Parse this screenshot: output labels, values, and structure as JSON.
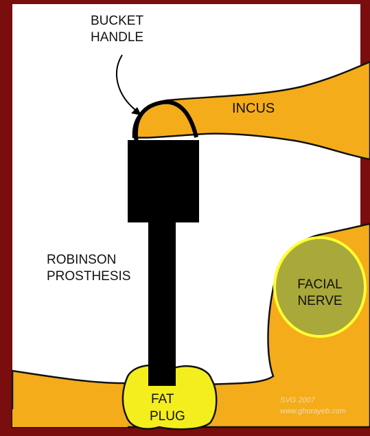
{
  "labels": {
    "bucket_handle_line1": "BUCKET",
    "bucket_handle_line2": "HANDLE",
    "incus": "INCUS",
    "robinson_line1": "ROBINSON",
    "robinson_line2": "PROSTHESIS",
    "facial_line1": "FACIAL",
    "facial_line2": "NERVE",
    "fat_line1": "FAT",
    "fat_line2": "PLUG"
  },
  "watermark": {
    "line1": "SVG 2007",
    "line2": "www.ghorayeb.com"
  },
  "colors": {
    "frame": "#7a0d0d",
    "background": "#ffffff",
    "bone": "#f5ac1a",
    "bone_outline": "#111111",
    "prosthesis": "#000000",
    "nerve_fill": "#a9a83a",
    "nerve_ring": "#ffff33",
    "fat_plug": "#f4ee1e"
  }
}
